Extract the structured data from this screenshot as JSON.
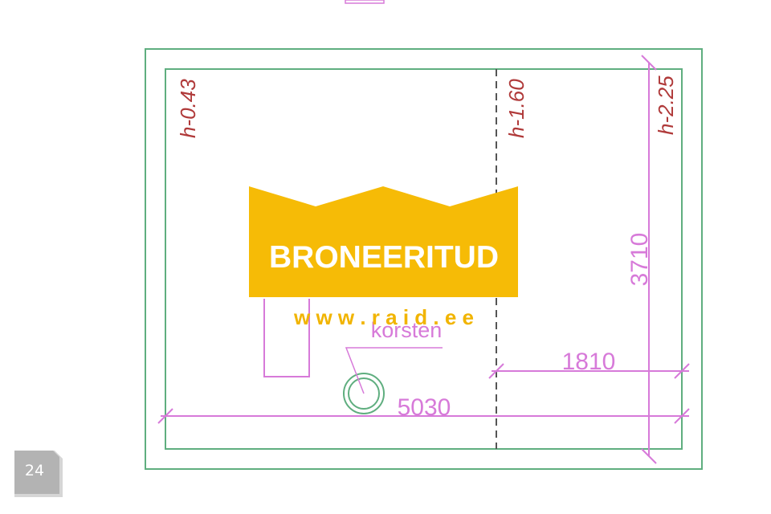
{
  "colors": {
    "wall": "#5fae7f",
    "dimension": "#d77ad9",
    "height_label": "#b03a3a",
    "banner": "#f6bb06",
    "banner_text": "#ffffff",
    "watermark": "#f1b400",
    "badge": "#b3b3b3",
    "dashed": "#555555"
  },
  "heights": {
    "left": "h-0.43",
    "middle": "h-1.60",
    "right": "h-2.25"
  },
  "dimensions": {
    "width_total": "5030",
    "width_right": "1810",
    "height": "3710"
  },
  "labels": {
    "chimney": "korsten"
  },
  "banner": {
    "text": "BRONEERITUD",
    "url": "w w w . r a i d . e e"
  },
  "badge": {
    "page_number": "24"
  }
}
